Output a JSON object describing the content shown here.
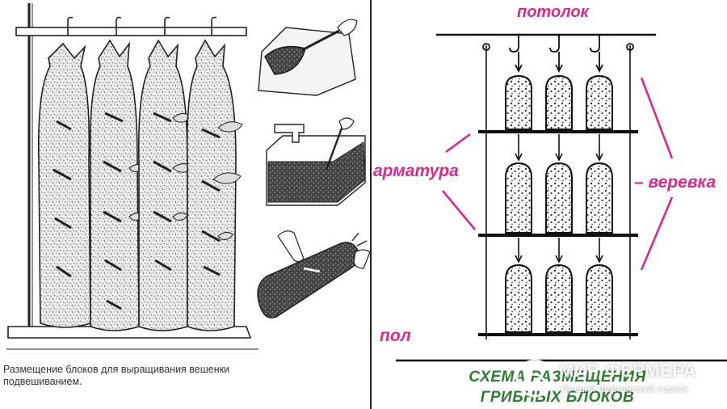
{
  "left_panel": {
    "caption": "Размещение блоков для выращивания вешенки подвешиванием."
  },
  "right_panel": {
    "labels": {
      "ceiling": "потолок",
      "rebar": "арматура",
      "rope": "– веревка",
      "floor": "пол"
    },
    "title_line1": "СХЕМА РАЗМЕЩЕНИЯ",
    "title_line2": "ГРИБНЫХ БЛОКОВ"
  },
  "watermark": {
    "name": "МИР ФЕРМЕРА",
    "subtitle": "Лучший фермерский портал"
  },
  "colors": {
    "label_accent": "#d62a8c",
    "title_green": "#2e7d32",
    "ink": "#222222"
  }
}
